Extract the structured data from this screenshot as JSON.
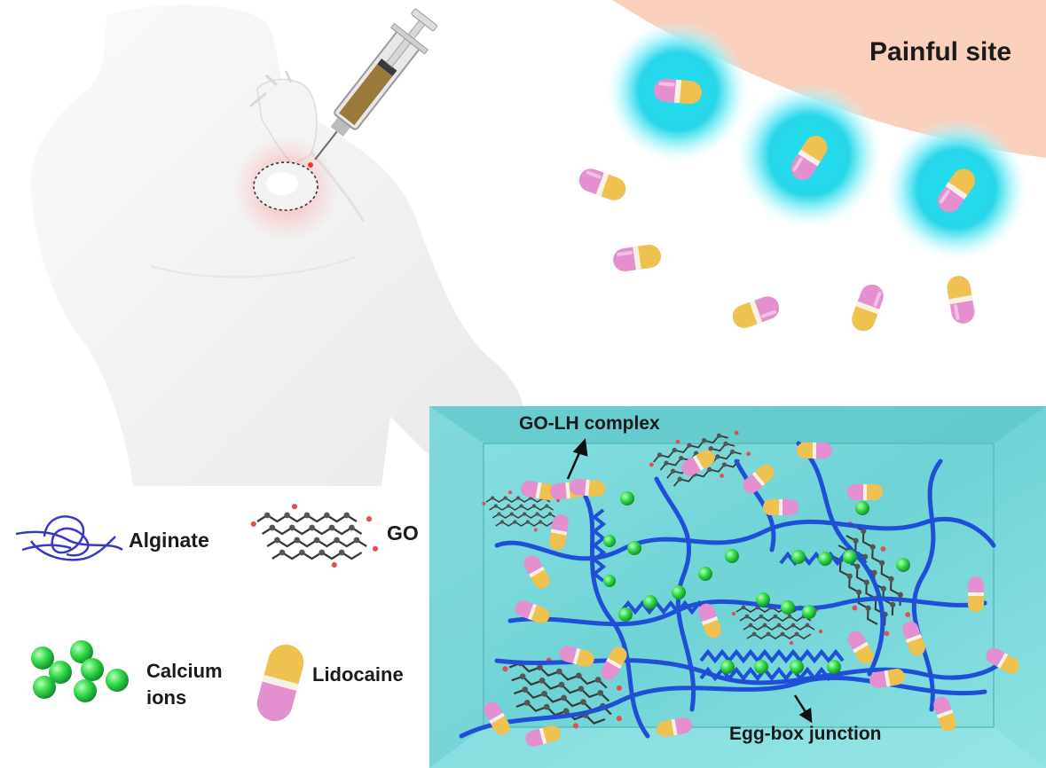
{
  "labels": {
    "painful_site": "Painful site",
    "go_lh_complex": "GO-LH complex",
    "egg_box_junction": "Egg-box junction",
    "alginate": "Alginate",
    "go": "GO",
    "calcium_line1": "Calcium",
    "calcium_line2": "ions",
    "lidocaine": "Lidocaine"
  },
  "colors": {
    "capsule_pink": "#e48fcf",
    "capsule_yellow": "#efc24f",
    "calcium_green": "#33d94a",
    "alginate_blue": "#1f4fd6",
    "hydrogel_teal": "#6fd3d6",
    "glow_cyan": "#1fe0ee",
    "painful_site_peach": "#f9c7b0",
    "injection_glow_red": "#ff5a5a"
  },
  "icons": {
    "syringe": "syringe-icon",
    "capsule": "capsule-icon",
    "calcium": "calcium-ion-icon",
    "go_sheet": "graphene-oxide-icon",
    "alginate": "alginate-chain-icon"
  }
}
